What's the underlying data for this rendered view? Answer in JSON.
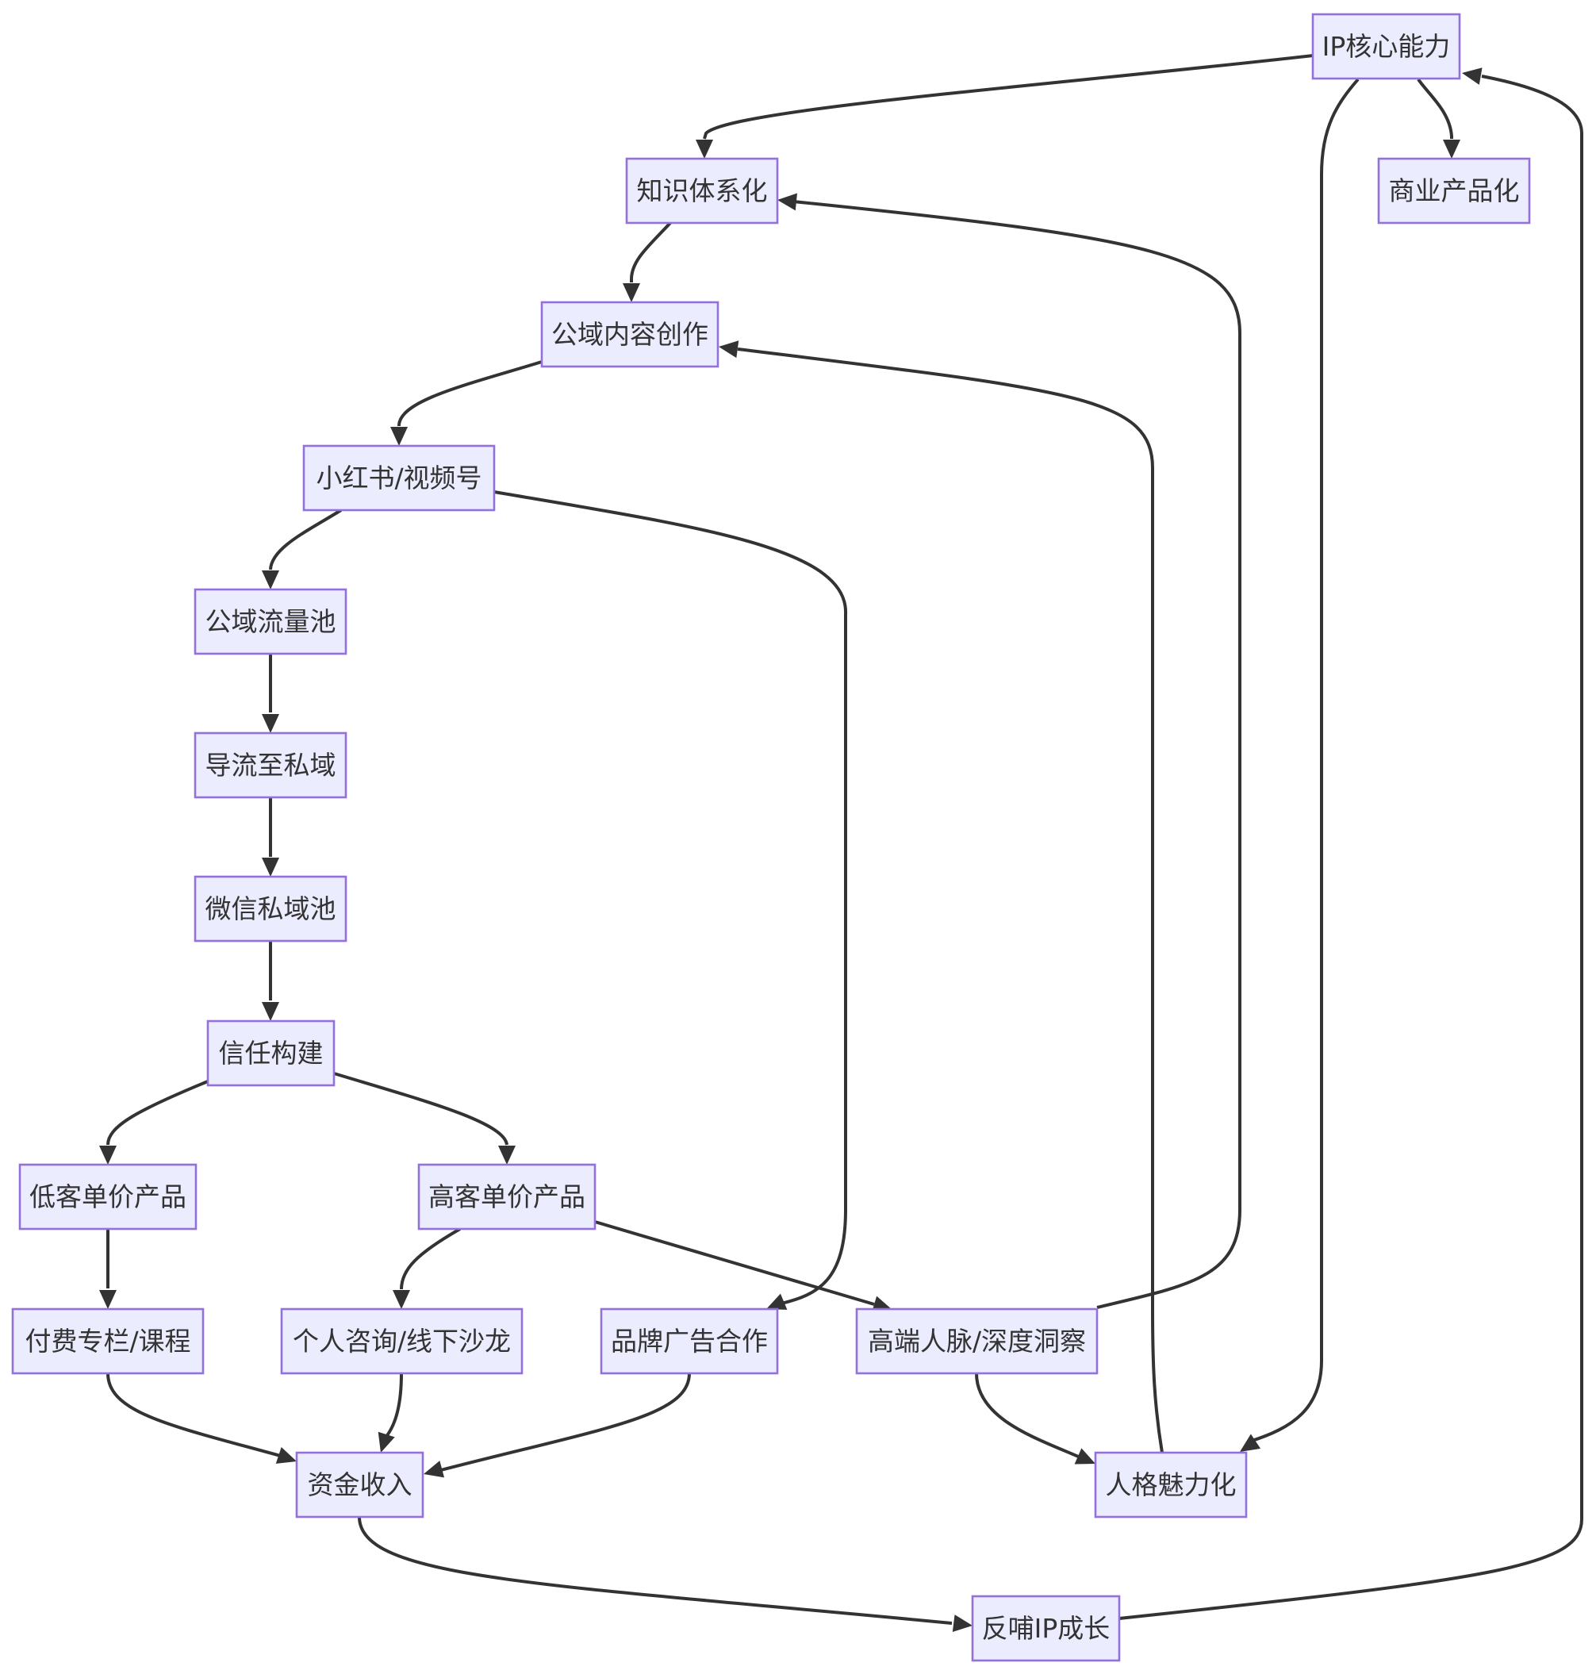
{
  "nodes": [
    {
      "id": "ip-core",
      "label": "IP核心能力"
    },
    {
      "id": "knowledge",
      "label": "知识体系化"
    },
    {
      "id": "commercial",
      "label": "商业产品化"
    },
    {
      "id": "public-content",
      "label": "公域内容创作"
    },
    {
      "id": "xhs",
      "label": "小红书/视频号"
    },
    {
      "id": "public-pool",
      "label": "公域流量池"
    },
    {
      "id": "guide-private",
      "label": "导流至私域"
    },
    {
      "id": "wechat-pool",
      "label": "微信私域池"
    },
    {
      "id": "trust",
      "label": "信任构建"
    },
    {
      "id": "low-price",
      "label": "低客单价产品"
    },
    {
      "id": "high-price",
      "label": "高客单价产品"
    },
    {
      "id": "paid-course",
      "label": "付费专栏/课程"
    },
    {
      "id": "consult",
      "label": "个人咨询/线下沙龙"
    },
    {
      "id": "brand-ad",
      "label": "品牌广告合作"
    },
    {
      "id": "network",
      "label": "高端人脉/深度洞察"
    },
    {
      "id": "funds",
      "label": "资金收入"
    },
    {
      "id": "charisma",
      "label": "人格魅力化"
    },
    {
      "id": "feedback",
      "label": "反哺IP成长"
    }
  ],
  "edges": [
    {
      "from": "ip-core",
      "to": "knowledge"
    },
    {
      "from": "ip-core",
      "to": "commercial"
    },
    {
      "from": "ip-core",
      "to": "charisma"
    },
    {
      "from": "knowledge",
      "to": "public-content"
    },
    {
      "from": "public-content",
      "to": "xhs"
    },
    {
      "from": "xhs",
      "to": "public-pool"
    },
    {
      "from": "xhs",
      "to": "brand-ad"
    },
    {
      "from": "public-pool",
      "to": "guide-private"
    },
    {
      "from": "guide-private",
      "to": "wechat-pool"
    },
    {
      "from": "wechat-pool",
      "to": "trust"
    },
    {
      "from": "trust",
      "to": "low-price"
    },
    {
      "from": "trust",
      "to": "high-price"
    },
    {
      "from": "low-price",
      "to": "paid-course"
    },
    {
      "from": "high-price",
      "to": "consult"
    },
    {
      "from": "high-price",
      "to": "network"
    },
    {
      "from": "paid-course",
      "to": "funds"
    },
    {
      "from": "consult",
      "to": "funds"
    },
    {
      "from": "brand-ad",
      "to": "funds"
    },
    {
      "from": "network",
      "to": "charisma"
    },
    {
      "from": "network",
      "to": "knowledge"
    },
    {
      "from": "charisma",
      "to": "public-content"
    },
    {
      "from": "funds",
      "to": "feedback"
    },
    {
      "from": "feedback",
      "to": "ip-core"
    }
  ]
}
